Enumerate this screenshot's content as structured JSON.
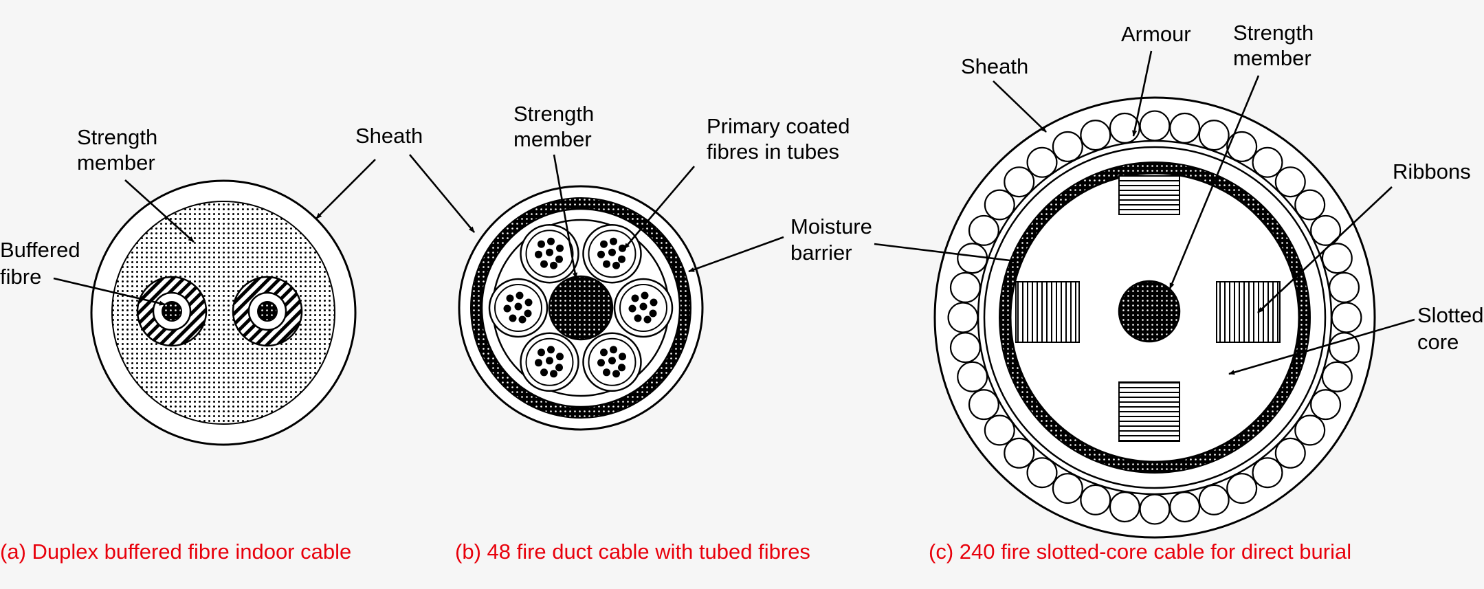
{
  "diagram_a": {
    "labels": {
      "strength_member": [
        "Strength",
        "member"
      ],
      "sheath": "Sheath",
      "buffered_fibre": [
        "Buffered",
        "fibre"
      ]
    },
    "caption": "(a) Duplex buffered fibre indoor cable"
  },
  "diagram_b": {
    "labels": {
      "strength_member": [
        "Strength",
        "member"
      ],
      "primary_coated": [
        "Primary coated",
        "fibres in tubes"
      ],
      "sheath": "Sheath",
      "moisture_barrier": [
        "Moisture",
        "barrier"
      ]
    },
    "caption": "(b) 48 fire duct cable with tubed fibres"
  },
  "diagram_c": {
    "labels": {
      "sheath": "Sheath",
      "armour": "Armour",
      "strength_member": [
        "Strength",
        "member"
      ],
      "ribbons": "Ribbons",
      "slotted_core": [
        "Slotted",
        "core"
      ]
    },
    "caption": "(c) 240 fire slotted-core cable for direct burial"
  },
  "colors": {
    "caption": "#e8000b",
    "ink": "#000000",
    "background": "#f6f6f6"
  }
}
